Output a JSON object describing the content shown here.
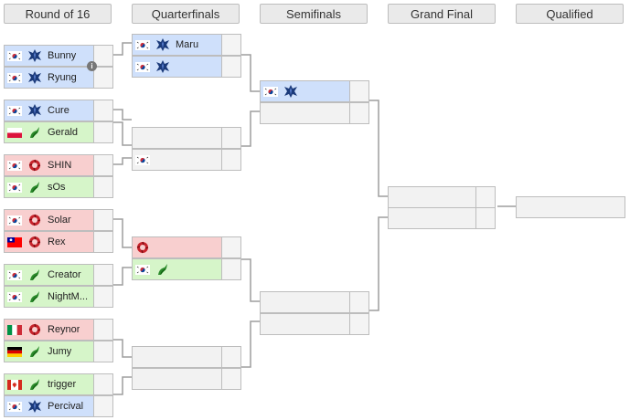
{
  "rounds": {
    "r16": "Round of 16",
    "qf": "Quarterfinals",
    "sf": "Semifinals",
    "gf": "Grand Final",
    "q": "Qualified"
  },
  "round_of_16": [
    {
      "name": "Bunny",
      "flag": "KR",
      "race": "terran"
    },
    {
      "name": "Ryung",
      "flag": "KR",
      "race": "terran"
    },
    {
      "name": "Cure",
      "flag": "KR",
      "race": "terran"
    },
    {
      "name": "Gerald",
      "flag": "PL",
      "race": "zergg"
    },
    {
      "name": "SHIN",
      "flag": "KR",
      "race": "zerg"
    },
    {
      "name": "sOs",
      "flag": "KR",
      "race": "zergg"
    },
    {
      "name": "Solar",
      "flag": "KR",
      "race": "zerg"
    },
    {
      "name": "Rex",
      "flag": "TW",
      "race": "zerg"
    },
    {
      "name": "Creator",
      "flag": "KR",
      "race": "zergg"
    },
    {
      "name": "NightM...",
      "flag": "KR",
      "race": "zergg"
    },
    {
      "name": "Reynor",
      "flag": "IT",
      "race": "zerg"
    },
    {
      "name": "Jumy",
      "flag": "DE",
      "race": "zergg"
    },
    {
      "name": "trigger",
      "flag": "CA",
      "race": "zergg"
    },
    {
      "name": "Percival",
      "flag": "KR",
      "race": "terran"
    }
  ],
  "quarterfinals": [
    {
      "name": "Maru",
      "flag": "KR",
      "race": "terran"
    },
    {
      "name": "",
      "flag": "KR",
      "race": "terran"
    },
    {
      "name": "",
      "flag": "",
      "race": "empty"
    },
    {
      "name": "",
      "flag": "KR",
      "race": "empty"
    },
    {
      "name": "",
      "flag": "",
      "race": "zerg"
    },
    {
      "name": "",
      "flag": "KR",
      "race": "zergg"
    },
    {
      "name": "",
      "flag": "",
      "race": "empty"
    },
    {
      "name": "",
      "flag": "",
      "race": "empty"
    }
  ],
  "semifinals": [
    {
      "name": "",
      "flag": "KR",
      "race": "terran"
    },
    {
      "name": "",
      "flag": "",
      "race": "empty"
    },
    {
      "name": "",
      "flag": "",
      "race": "empty"
    },
    {
      "name": "",
      "flag": "",
      "race": "empty"
    }
  ],
  "info_icon": "info-icon"
}
